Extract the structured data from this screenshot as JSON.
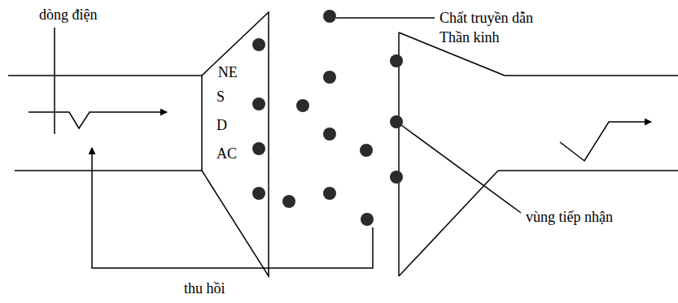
{
  "diagram": {
    "nodes": [
      {
        "text": [
          "NE",
          "S",
          "D",
          "AC"
        ]
      }
    ],
    "labels": [
      "dòng điện",
      "Chất truyền dẫn Thần kinh",
      "vùng tiếp nhận",
      "thu hồi"
    ]
  }
}
